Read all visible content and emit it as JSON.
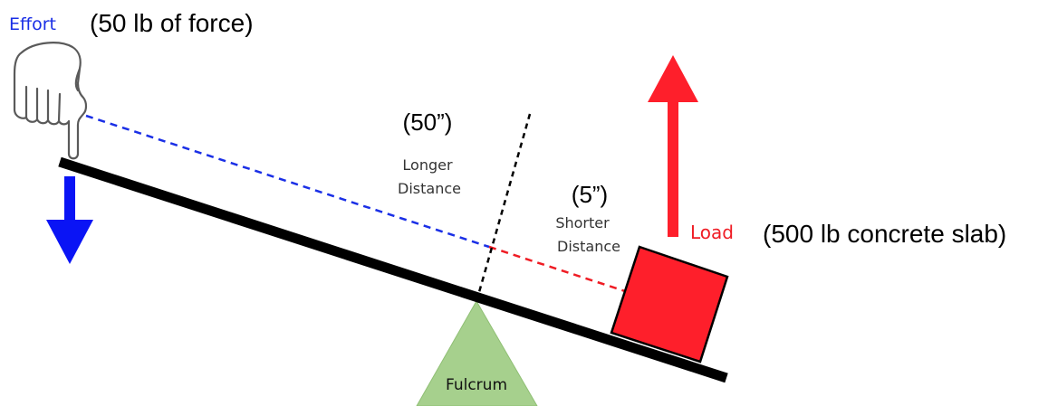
{
  "effort": {
    "label": "Effort",
    "note": "(50 lb of force)"
  },
  "load": {
    "label": "Load",
    "note": "(500 lb concrete slab)"
  },
  "long_arm": {
    "value": "(50”)",
    "line1": "Longer",
    "line2": "Distance"
  },
  "short_arm": {
    "value": "(5”)",
    "line1": "Shorter",
    "line2": "Distance"
  },
  "fulcrum": {
    "label": "Fulcrum"
  },
  "colors": {
    "effort_blue": "#1a2fe6",
    "effort_arrow": "#0a14f5",
    "load_red": "#ef1c24",
    "load_box": "#fe1f2b",
    "fulcrum_fill": "#a6d08d",
    "lever": "#000000"
  },
  "icons": {
    "hand": "pointing-hand-icon",
    "effort_arrow": "arrow-down-icon",
    "load_arrow": "arrow-up-icon"
  }
}
